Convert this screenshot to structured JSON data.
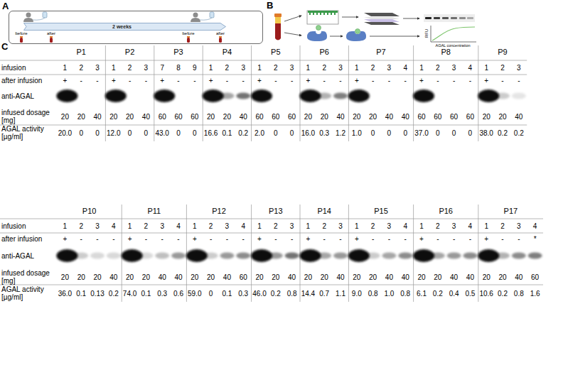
{
  "diagram": {
    "nodes": [
      {
        "text": [
          "A"
        ]
      },
      {
        "text": [
          "2 weeks"
        ],
        "in": 0
      }
    ],
    "labels": [
      "B",
      "before",
      "after",
      "before",
      "after",
      "RFU",
      "AGAL concentration",
      "C",
      "infusion",
      "after infusion",
      "anti-AGAL",
      "infused dosage [mg]",
      "AGAL activity [µg/ml]",
      "P1",
      "1",
      "2",
      "3",
      "+",
      "-",
      "-",
      "20",
      "20",
      "40",
      "20.0",
      "0",
      "0",
      "P2",
      "1",
      "2",
      "3",
      "+",
      "-",
      "-",
      "20",
      "20",
      "40",
      "12.0",
      "0",
      "0",
      "P3",
      "7",
      "8",
      "9",
      "+",
      "-",
      "-",
      "60",
      "60",
      "60",
      "43.0",
      "0",
      "0",
      "P4",
      "1",
      "2",
      "3",
      "+",
      "-",
      "-",
      "20",
      "20",
      "40",
      "16.6",
      "0.1",
      "0.2",
      "P5",
      "1",
      "2",
      "3",
      "+",
      "-",
      "-",
      "60",
      "60",
      "60",
      "2.0",
      "0",
      "0",
      "P6",
      "1",
      "2",
      "3",
      "+",
      "-",
      "-",
      "20",
      "20",
      "40",
      "16.0",
      "0.3",
      "1.2",
      "P7",
      "1",
      "2",
      "3",
      "4",
      "+",
      "-",
      "-",
      "-",
      "20",
      "20",
      "40",
      "40",
      "1.0",
      "0",
      "0",
      "0",
      "P8",
      "1",
      "2",
      "3",
      "4",
      "+",
      "-",
      "-",
      "-",
      "60",
      "60",
      "60",
      "60",
      "37.0",
      "0",
      "0",
      "0",
      "P9",
      "1",
      "2",
      "3",
      "+",
      "-",
      "-",
      "20",
      "20",
      "40",
      "38.0",
      "0.2",
      "0.2",
      "infusion",
      "after infusion",
      "anti-AGAL",
      "infused dosage [mg]",
      "AGAL activity [µg/ml]",
      "P10",
      "1",
      "2",
      "3",
      "4",
      "+",
      "-",
      "-",
      "-",
      "20",
      "20",
      "20",
      "40",
      "36.0",
      "0.1",
      "0.13",
      "0.2",
      "P11",
      "1",
      "2",
      "3",
      "4",
      "+",
      "-",
      "-",
      "-",
      "20",
      "20",
      "40",
      "40",
      "74.0",
      "0.1",
      "0.3",
      "0.6",
      "P12",
      "1",
      "2",
      "3",
      "4",
      "+",
      "-",
      "-",
      "-",
      "20",
      "20",
      "40",
      "60",
      "59.0",
      "0",
      "0.1",
      "0.3",
      "P13",
      "1",
      "2",
      "3",
      "+",
      "-",
      "-",
      "20",
      "20",
      "40",
      "46.0",
      "0.2",
      "0.8",
      "P14",
      "1",
      "2",
      "3",
      "+",
      "-",
      "-",
      "20",
      "20",
      "40",
      "14.4",
      "0.7",
      "1.1",
      "P15",
      "1",
      "2",
      "3",
      "4",
      "+",
      "-",
      "-",
      "-",
      "20",
      "20",
      "40",
      "40",
      "9.0",
      "0.8",
      "1.0",
      "0.8",
      "P16",
      "1",
      "2",
      "3",
      "4",
      "+",
      "-",
      "-",
      "-",
      "20",
      "20",
      "40",
      "40",
      "6.1",
      "0.2",
      "0.4",
      "0.5",
      "P17",
      "1",
      "2",
      "3",
      "4",
      "+",
      "-",
      "-",
      "*",
      "20",
      "20",
      "40",
      "60",
      "10.6",
      "0.2",
      "0.8",
      "1.6"
    ]
  }
}
